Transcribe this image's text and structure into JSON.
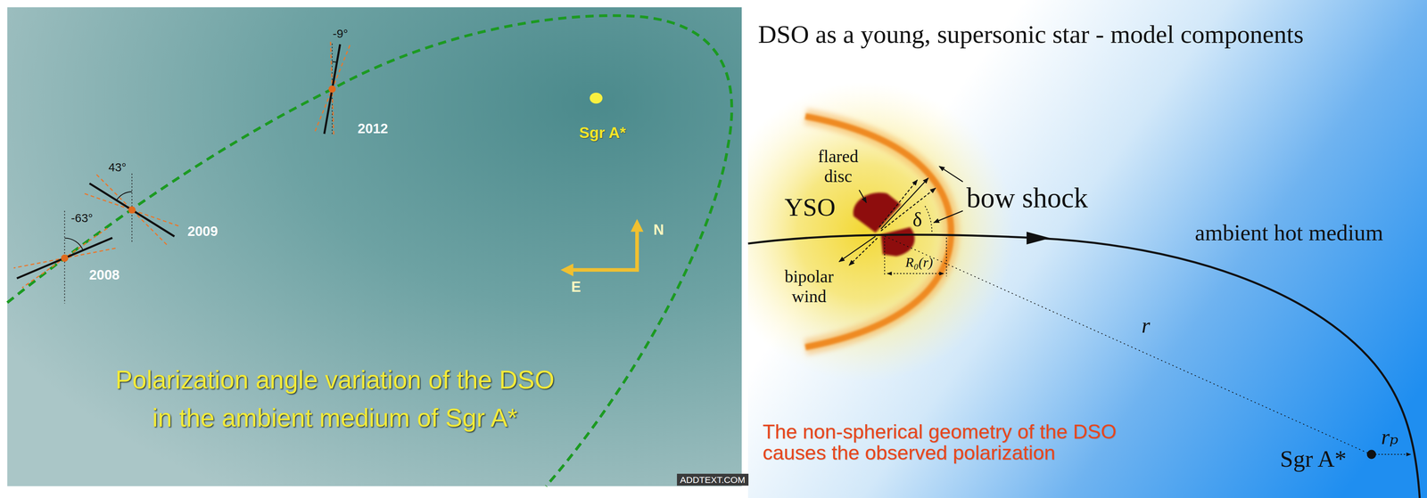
{
  "diagram": {
    "title": "DSO as a young, supersonic star - model components",
    "labels": [
      "-9°",
      "2012",
      "Sgr A*",
      "43°",
      "2009",
      "N",
      "-63°",
      "E",
      "2008",
      "Polarization angle variation of the DSO in the ambient medium of Sgr A*",
      "ADDTEXT.COM",
      "flared disc",
      "YSO",
      "bow shock",
      "δ",
      "ambient hot medium",
      "bipolar wind",
      "R₀(r)",
      "r",
      "rₚ",
      "Sgr A*",
      "The non-spherical geometry of the DSO causes the observed polarization"
    ]
  }
}
